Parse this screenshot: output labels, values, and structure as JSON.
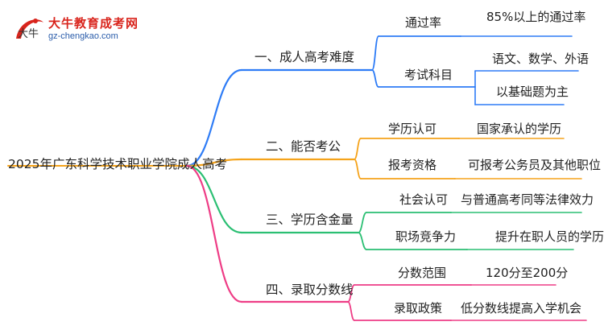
{
  "logo": {
    "title": "大牛教育成考网",
    "url": "gz-chengkao.com",
    "mark": "大牛"
  },
  "root": {
    "text": "2025年广东科学技术职业学院成人高考"
  },
  "colors": {
    "blue": "#2e7cf6",
    "orange": "#f5a31b",
    "green": "#2bbf73",
    "pink": "#ee3d86",
    "root_stroke": "#f5a31b"
  },
  "branches": [
    {
      "text": "一、成人高考难度",
      "color": "blue",
      "leaves": [
        {
          "text": "通过率",
          "values": [
            "85%以上的通过率"
          ]
        },
        {
          "text": "考试科目",
          "values": [
            "语文、数学、外语",
            "以基础题为主"
          ]
        }
      ]
    },
    {
      "text": "二、能否考公",
      "color": "orange",
      "leaves": [
        {
          "text": "学历认可",
          "values": [
            "国家承认的学历"
          ]
        },
        {
          "text": "报考资格",
          "values": [
            "可报考公务员及其他职位"
          ]
        }
      ]
    },
    {
      "text": "三、学历含金量",
      "color": "green",
      "leaves": [
        {
          "text": "社会认可",
          "values": [
            "与普通高考同等法律效力"
          ]
        },
        {
          "text": "职场竞争力",
          "values": [
            "提升在职人员的学历"
          ]
        }
      ]
    },
    {
      "text": "四、录取分数线",
      "color": "pink",
      "leaves": [
        {
          "text": "分数范围",
          "values": [
            "120分至200分"
          ]
        },
        {
          "text": "录取政策",
          "values": [
            "低分数线提高入学机会"
          ]
        }
      ]
    }
  ]
}
